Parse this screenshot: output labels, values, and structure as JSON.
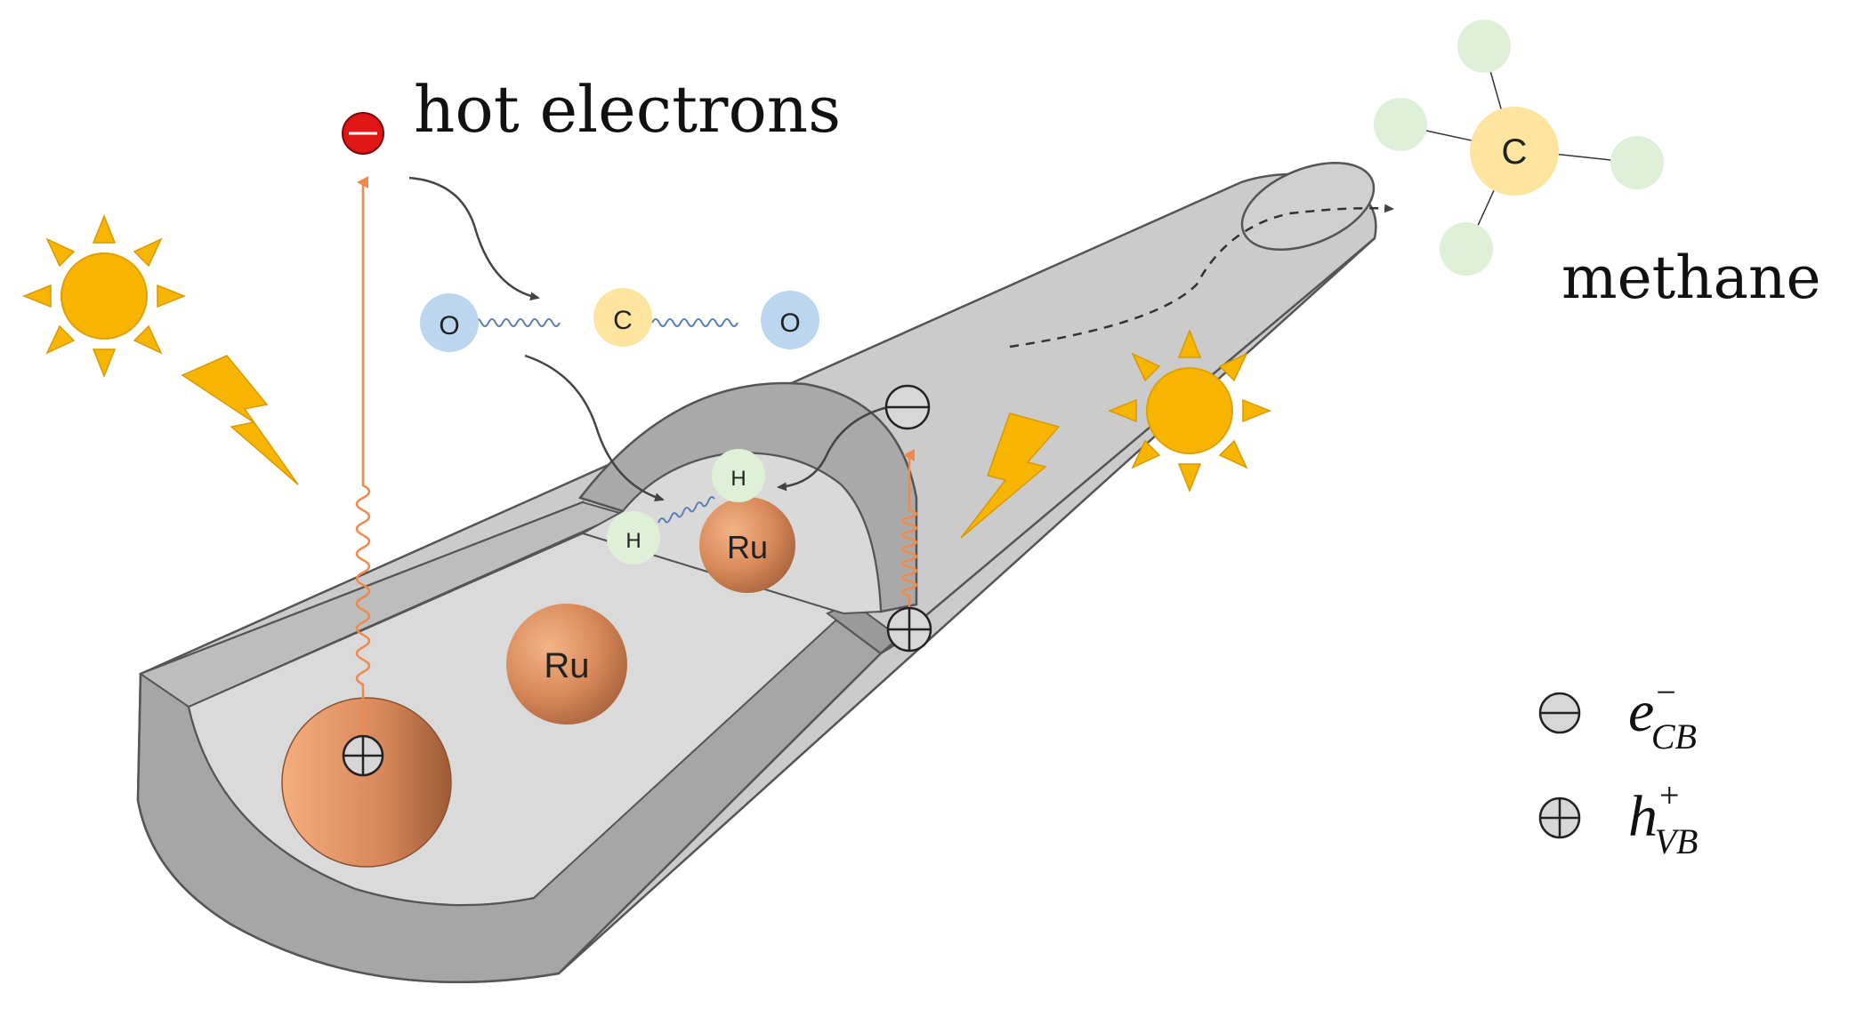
{
  "labels": {
    "hot_electrons": "hot electrons",
    "methane": "methane",
    "ru_outer": "Ru",
    "ru_inner": "Ru"
  },
  "atoms": {
    "oxygen": "O",
    "carbon": "C",
    "hydrogen": "H"
  },
  "legend": {
    "electron_main": "e",
    "electron_sup": "−",
    "electron_sub": "CB",
    "hole_main": "h",
    "hole_sup": "+",
    "hole_sub": "VB"
  },
  "colors": {
    "tube_body": "#cfcfcf",
    "tube_rim": "#a8a8a8",
    "tube_inner": "#dcdcdc",
    "ruthenium": "#d8875a",
    "oxygen_atom": "#bcd6ef",
    "carbon_atom": "#fde5a0",
    "hydrogen_atom": "#dff0d8",
    "sun": "#f7b500",
    "photon_wave": "#f08a4b",
    "hot_electron": "#e01515",
    "bond_spring": "#5a7fb0"
  }
}
